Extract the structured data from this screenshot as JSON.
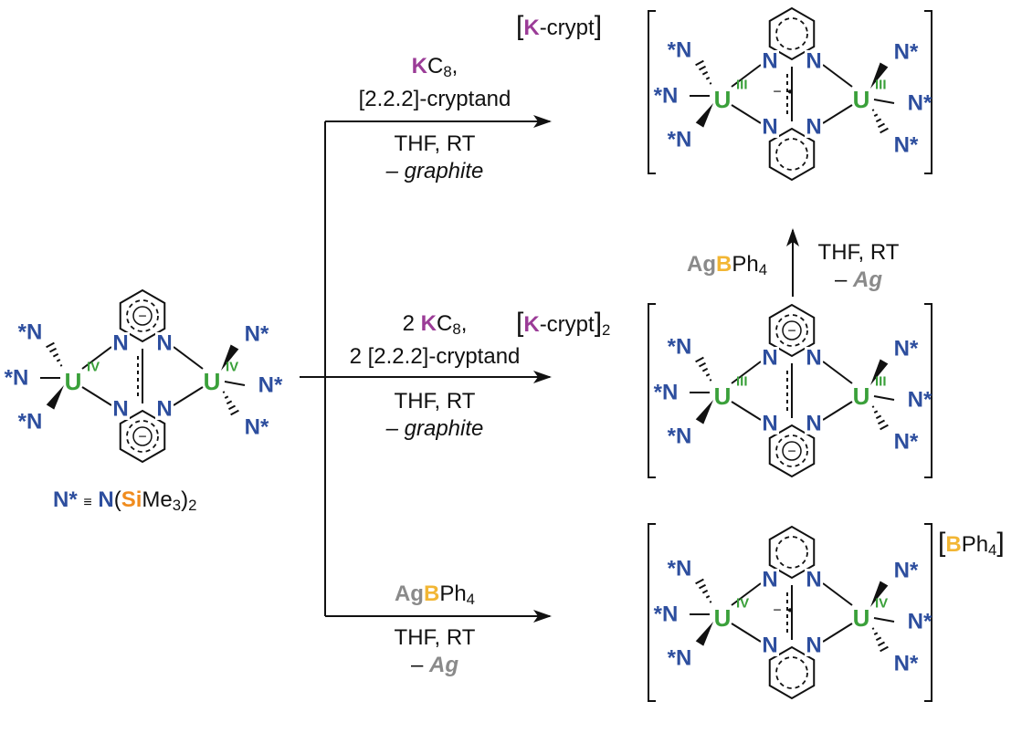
{
  "colors": {
    "uranium": "#3aa03a",
    "nitrogen": "#2d4e9e",
    "potassium": "#9b3c97",
    "boron": "#f2b634",
    "silver": "#8a8a8a",
    "silicon": "#f08c1e",
    "line": "#111111"
  },
  "symbols": {
    "uranium": "U",
    "ring_n": "N",
    "amide_n": "N",
    "amide_star": "*",
    "charge_minus": "−",
    "radical_dot": "•"
  },
  "oxidation": {
    "u4": "IV",
    "u3": "III"
  },
  "legend": {
    "n_star": "N*",
    "equiv": "≡",
    "n": "N",
    "open": "(",
    "si": "Si",
    "me3": "Me",
    "me_sub": "3",
    "close": ")",
    "sub": "2"
  },
  "reactions": {
    "top": {
      "k": "K",
      "c": "C",
      "c_sub": "8",
      "comma": ",",
      "crypt_line": "[2.2.2]-cryptand",
      "solvent": "THF, RT",
      "byproduct": "– graphite"
    },
    "middle": {
      "pre": "2 ",
      "k": "K",
      "c": "C",
      "c_sub": "8",
      "comma": ",",
      "crypt_line": "2 [2.2.2]-cryptand",
      "solvent": "THF, RT",
      "byproduct": "– graphite"
    },
    "bottom": {
      "ag": "Ag",
      "b": "B",
      "ph": "Ph",
      "ph_sub": "4",
      "solvent": "THF, RT",
      "byproduct_dash": "– ",
      "byproduct": "Ag"
    },
    "vertical": {
      "ag": "Ag",
      "b": "B",
      "ph": "Ph",
      "ph_sub": "4",
      "solvent": "THF, RT",
      "byproduct_dash": "– ",
      "byproduct": "Ag"
    }
  },
  "counterions": {
    "top": {
      "k": "K",
      "rest": "-crypt"
    },
    "middle": {
      "k": "K",
      "rest": "-crypt",
      "sub": "2"
    },
    "bottom": {
      "b": "B",
      "ph": "Ph",
      "sub": "4"
    }
  },
  "molecules": [
    {
      "id": "start",
      "cx": 0,
      "cy": 0,
      "scale": 1,
      "ox": "IV",
      "center": "anion"
    },
    {
      "id": "product-top",
      "ox": "III",
      "center": "radical"
    },
    {
      "id": "product-middle",
      "ox": "III",
      "center": "anion"
    },
    {
      "id": "product-bottom",
      "ox": "IV",
      "center": "radical"
    }
  ]
}
